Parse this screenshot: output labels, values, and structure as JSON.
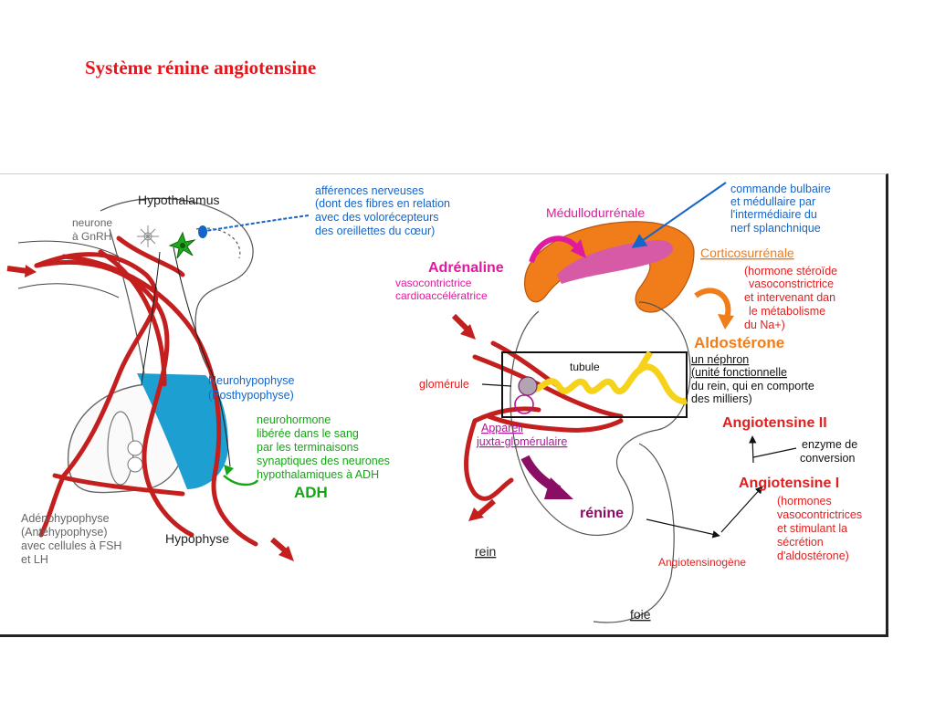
{
  "title": "Système rénine angiotensine",
  "colors": {
    "title": "#e8141b",
    "vessel": "#c41f1f",
    "blue_text": "#1565c8",
    "green_text": "#14a614",
    "magenta": "#e0199e",
    "orange": "#f07c1a",
    "gland_pink": "#d65aa6",
    "posterior_pituitary": "#1e9fd2",
    "renin_arrow": "#8a0e63",
    "tubule_yellow": "#f6d21b"
  },
  "icons": {
    "neuron": "star-neuron-icon",
    "flow_arrow": "red-arrow-icon",
    "curved_arrow": "curved-arrow-icon"
  },
  "labels": {
    "hypothalamus": "Hypothalamus",
    "neurone_gnrh": [
      "neurone",
      "à GnRH"
    ],
    "afferences": [
      "afférences nerveuses",
      "(dont des fibres en relation",
      "avec des volorécepteurs",
      "des oreillettes du cœur)"
    ],
    "neurohypophyse": [
      "Neurohypophyse",
      "(Posthypophyse)"
    ],
    "neurohormone": [
      "neurohormone",
      "libérée dans le sang",
      "par les terminaisons",
      "synaptiques des neurones",
      "hypothalamiques à ADH"
    ],
    "adh": "ADH",
    "adenohypophyse": [
      "Adénohypophyse",
      "(Antéhypophyse)",
      "avec cellules à FSH",
      "et LH"
    ],
    "hypophyse": "Hypophyse",
    "medullo": "Médullodurrénale",
    "commande": [
      "commande bulbaire",
      "et médullaire par",
      "l'intermédiaire du",
      "nerf splanchnique"
    ],
    "cortico": "Corticosurrénale",
    "cortico_desc": [
      "(hormone stéroïde",
      "vasoconstrictrice",
      "et intervenant dan",
      "le métabolisme",
      "du Na+)"
    ],
    "adrenaline": "Adrénaline",
    "adrenaline_desc": [
      "vasocontrictrice",
      "cardioaccélératrice"
    ],
    "aldosterone": "Aldostérone",
    "nephron": [
      "un néphron",
      "(unité fonctionnelle",
      "du rein, qui en comporte",
      "des milliers)"
    ],
    "tubule": "tubule",
    "glomerule": "glomérule",
    "appareil": [
      "Appareil",
      "juxta-glomérulaire"
    ],
    "angiotensine_2": "Angiotensine II",
    "enzyme": [
      "enzyme de",
      "conversion"
    ],
    "angiotensine_1": "Angiotensine I",
    "hormones_desc": [
      "(hormones",
      "vasocontrictrices",
      "et stimulant la",
      "sécrétion",
      "d'aldostérone)"
    ],
    "renine": "rénine",
    "angiotensinogene": "Angiotensinogène",
    "rein": "rein",
    "foie": "foie"
  }
}
